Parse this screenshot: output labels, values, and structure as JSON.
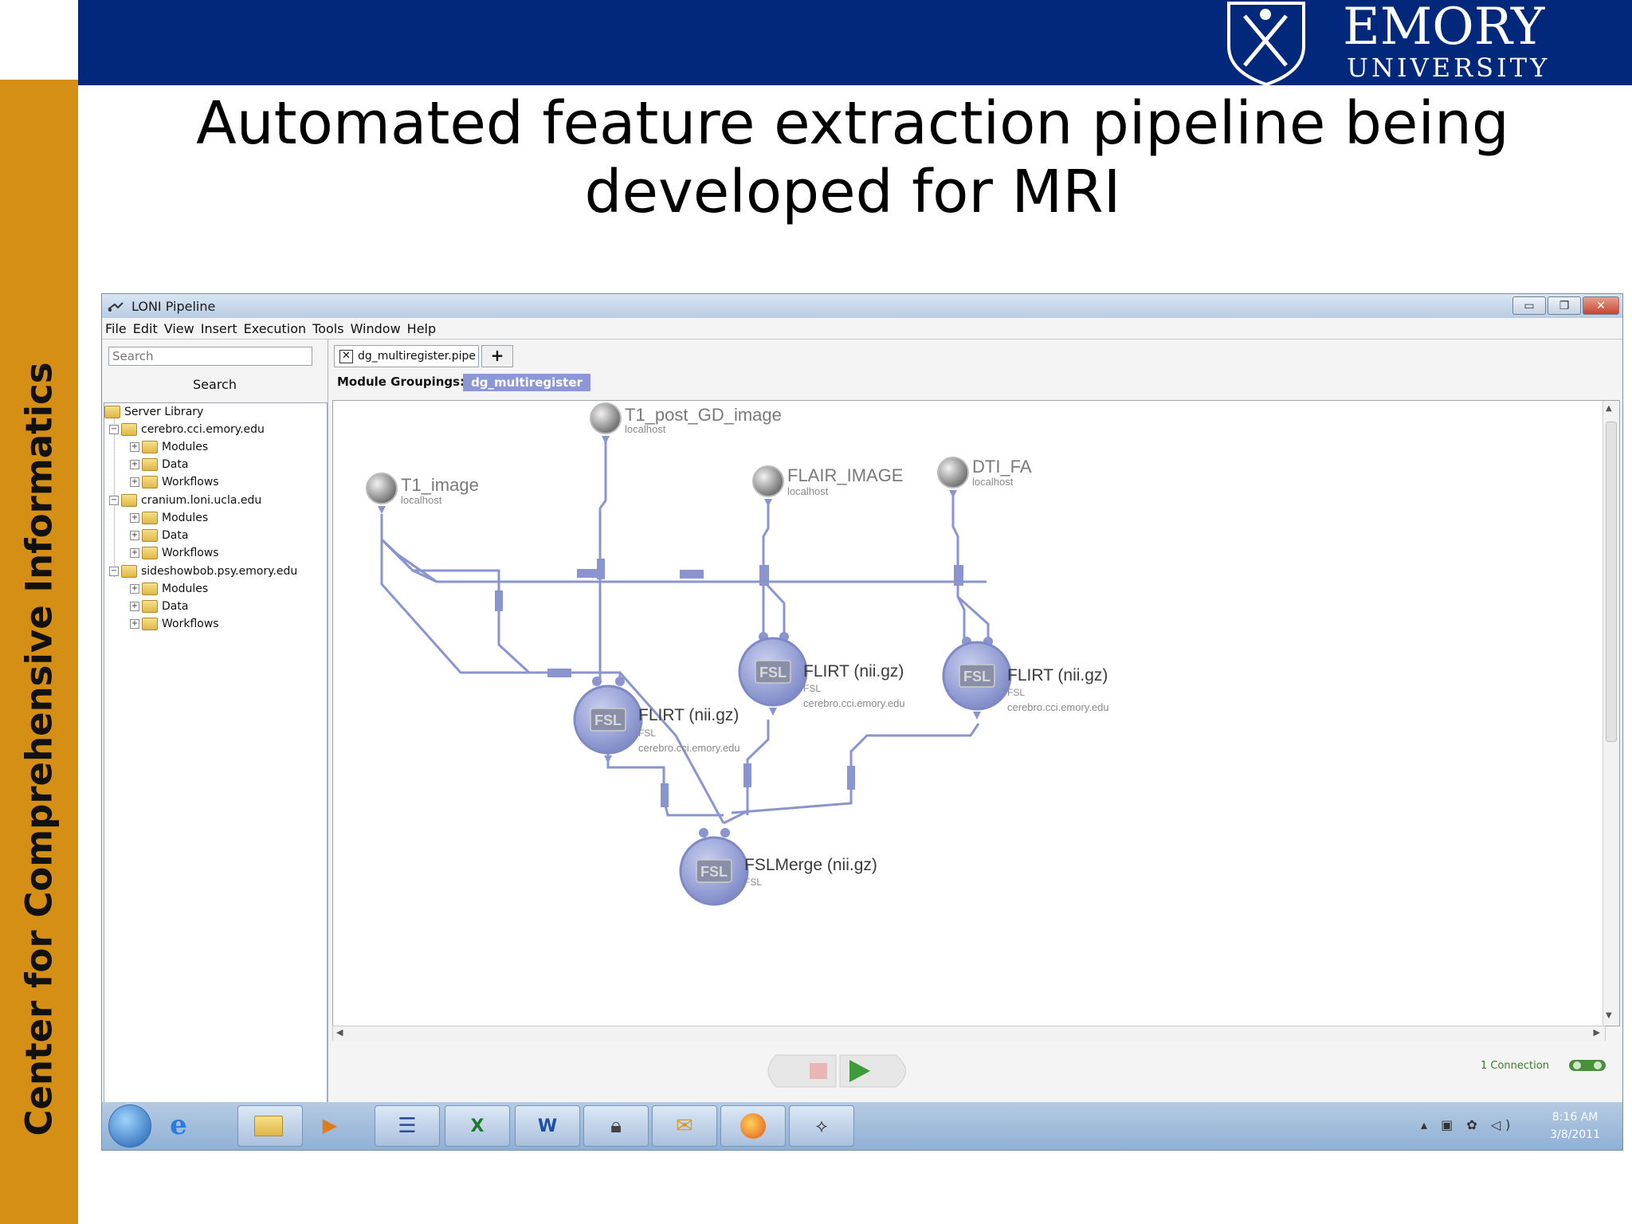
{
  "slide": {
    "title_line1": "Automated feature extraction pipeline being",
    "title_line2": "developed for MRI",
    "side_label": "Center for Comprehensive Informatics",
    "logo_line1": "EMORY",
    "logo_line2": "UNIVERSITY",
    "colors": {
      "top_bar": "#01287a",
      "side_bar": "#d58f14"
    }
  },
  "window": {
    "title": "LONI Pipeline",
    "buttons": [
      "minimize",
      "restore",
      "close"
    ]
  },
  "menu": [
    "File",
    "Edit",
    "View",
    "Insert",
    "Execution",
    "Tools",
    "Window",
    "Help"
  ],
  "library": {
    "search_placeholder": "Search",
    "search_button": "Search",
    "root": "Server Library",
    "servers": [
      {
        "name": "cerebro.cci.emory.edu",
        "children": [
          "Modules",
          "Data",
          "Workflows"
        ]
      },
      {
        "name": "cranium.loni.ucla.edu",
        "children": [
          "Modules",
          "Data",
          "Workflows"
        ]
      },
      {
        "name": "sideshowbob.psy.emory.edu",
        "children": [
          "Modules",
          "Data",
          "Workflows"
        ]
      }
    ]
  },
  "workspace": {
    "tab_label": "dg_multiregister.pipe",
    "groupings_label": "Module Groupings:",
    "grouping_chip": "dg_multiregister",
    "connections_status": "1 Connection"
  },
  "nodes": {
    "t1_post": {
      "title": "T1_post_GD_image",
      "sub": "localhost"
    },
    "t1": {
      "title": "T1_image",
      "sub": "localhost"
    },
    "flair": {
      "title": "FLAIR_IMAGE",
      "sub": "localhost"
    },
    "dti": {
      "title": "DTI_FA",
      "sub": "localhost"
    },
    "flirt_left": {
      "title": "FLIRT (nii.gz)",
      "pkg": "FSL",
      "host": "cerebro.cci.emory.edu"
    },
    "flirt_mid": {
      "title": "FLIRT (nii.gz)",
      "pkg": "FSL",
      "host": "cerebro.cci.emory.edu"
    },
    "flirt_right": {
      "title": "FLIRT (nii.gz)",
      "pkg": "FSL",
      "host": "cerebro.cci.emory.edu"
    },
    "merge": {
      "title": "FSLMerge (nii.gz)",
      "pkg": "FSL"
    },
    "module_badge": "FSL"
  },
  "taskbar": {
    "apps": [
      "start-orb-icon",
      "internet-explorer-icon",
      "file-explorer-icon",
      "media-player-icon",
      "notes-app-icon",
      "excel-icon",
      "word-icon",
      "security-lock-icon",
      "outlook-icon",
      "firefox-icon",
      "loni-pipeline-icon"
    ],
    "time": "8:16 AM",
    "date": "3/8/2011"
  }
}
